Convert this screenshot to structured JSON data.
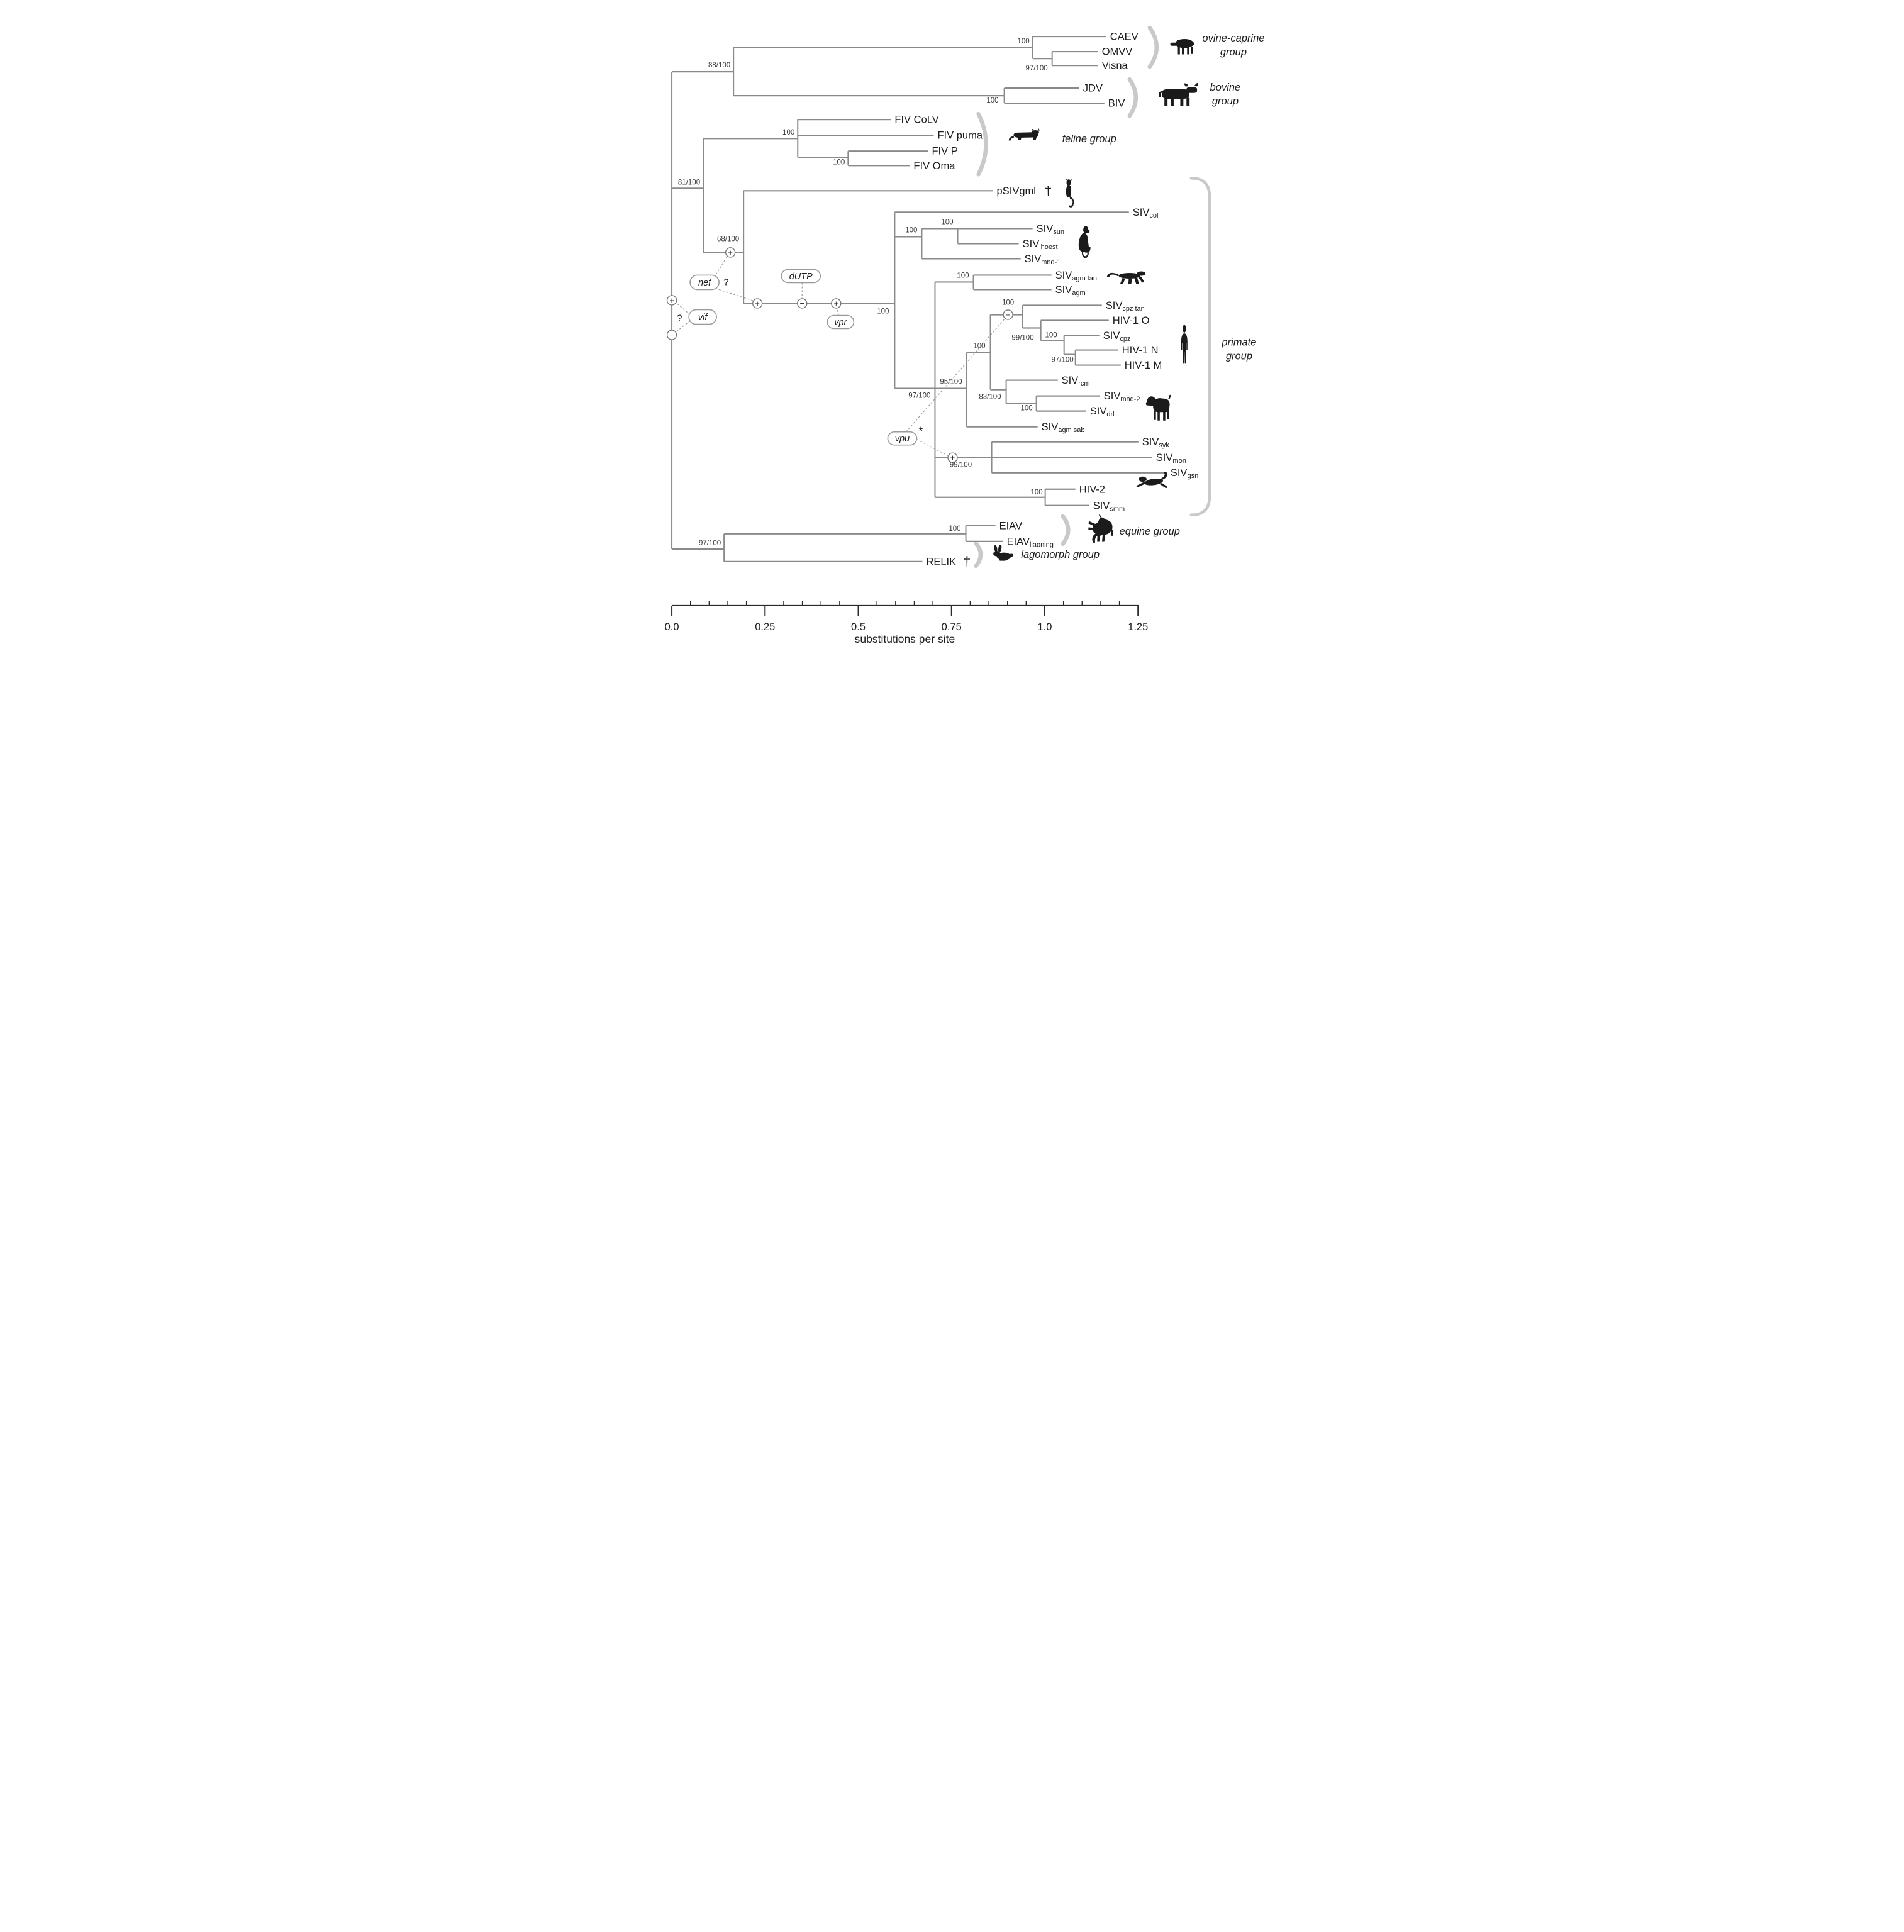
{
  "figure": {
    "kind": "phylogenetic-tree",
    "description": "Lentivirus phylogeny with host groups, bootstrap supports and accessory-gene gain/loss events"
  },
  "axis": {
    "label": "substitutions per site",
    "tick_labels": [
      "0.0",
      "0.25",
      "0.5",
      "0.75",
      "1.0",
      "1.25"
    ],
    "min": 0,
    "max": 1.25,
    "minor_tick_step": 0.05
  },
  "symbols": {
    "gain": "+",
    "loss": "−",
    "uncertain": "?",
    "extinct": "†",
    "asterisk": "*"
  },
  "taxa": [
    {
      "id": "caev",
      "main": "CAEV"
    },
    {
      "id": "omvv",
      "main": "OMVV"
    },
    {
      "id": "visna",
      "main": "Visna"
    },
    {
      "id": "jdv",
      "main": "JDV"
    },
    {
      "id": "biv",
      "main": "BIV"
    },
    {
      "id": "fiv_colv",
      "main": "FIV CoLV"
    },
    {
      "id": "fiv_puma",
      "main": "FIV puma"
    },
    {
      "id": "fiv_p",
      "main": "FIV P"
    },
    {
      "id": "fiv_oma",
      "main": "FIV Oma"
    },
    {
      "id": "psivgml",
      "main": "pSIVgml",
      "dagger": true
    },
    {
      "id": "sivcol",
      "main": "SIV",
      "sub": "col"
    },
    {
      "id": "sivsun",
      "main": "SIV",
      "sub": "sun"
    },
    {
      "id": "sivlhoest",
      "main": "SIV",
      "sub": "lhoest"
    },
    {
      "id": "sivmnd1",
      "main": "SIV",
      "sub": "mnd-1"
    },
    {
      "id": "sivagmtan",
      "main": "SIV",
      "sub": "agm tan"
    },
    {
      "id": "sivagm",
      "main": "SIV",
      "sub": "agm"
    },
    {
      "id": "sivcpztan",
      "main": "SIV",
      "sub": "cpz tan"
    },
    {
      "id": "hiv1o",
      "main": "HIV-1 O"
    },
    {
      "id": "sivcpz",
      "main": "SIV",
      "sub": "cpz"
    },
    {
      "id": "hiv1n",
      "main": "HIV-1 N"
    },
    {
      "id": "hiv1m",
      "main": "HIV-1 M"
    },
    {
      "id": "sivrcm",
      "main": "SIV",
      "sub": "rcm"
    },
    {
      "id": "sivmnd2",
      "main": "SIV",
      "sub": "mnd-2"
    },
    {
      "id": "sivdrl",
      "main": "SIV",
      "sub": "drl"
    },
    {
      "id": "sivagmsab",
      "main": "SIV",
      "sub": "agm sab"
    },
    {
      "id": "sivsyk",
      "main": "SIV",
      "sub": "syk"
    },
    {
      "id": "sivmon",
      "main": "SIV",
      "sub": "mon"
    },
    {
      "id": "sivgsn",
      "main": "SIV",
      "sub": "gsn"
    },
    {
      "id": "hiv2",
      "main": "HIV-2"
    },
    {
      "id": "sivsmm",
      "main": "SIV",
      "sub": "smm"
    },
    {
      "id": "eiav",
      "main": "EIAV"
    },
    {
      "id": "eiav_liaoning",
      "main": "EIAV",
      "sub": "liaoning"
    },
    {
      "id": "relik",
      "main": "RELIK",
      "dagger": true
    }
  ],
  "supports": {
    "A": "88/100",
    "B": "100",
    "C": "97/100",
    "D": "100",
    "F": "81/100",
    "G": "100",
    "H": "100",
    "I": "68/100",
    "J": "100",
    "L": "100",
    "M": "100",
    "N": "100",
    "K": "97/100",
    "O": "95/100",
    "P": "100",
    "Q1": "100",
    "Q2": "99/100",
    "Q3": "100",
    "Q4": "97/100",
    "R1": "83/100",
    "R2": "100",
    "S": "99/100",
    "T": "100",
    "EL": "97/100",
    "E2": "100"
  },
  "gene_events": [
    {
      "id": "nef",
      "label": "nef",
      "event": "gain",
      "uncertain": true
    },
    {
      "id": "vif",
      "label": "vif",
      "event": "gain",
      "uncertain": true
    },
    {
      "id": "dutp",
      "label": "dUTP",
      "event": "loss"
    },
    {
      "id": "vpr",
      "label": "vpr",
      "event": "gain"
    },
    {
      "id": "vpu",
      "label": "vpu",
      "event": "gain",
      "note": "*"
    }
  ],
  "groups": [
    {
      "id": "ovine",
      "lines": [
        "ovine-caprine",
        "group"
      ],
      "icon": "sheep-icon"
    },
    {
      "id": "bovine",
      "lines": [
        "bovine",
        "group"
      ],
      "icon": "cow-icon"
    },
    {
      "id": "feline",
      "lines": [
        "feline group"
      ],
      "icon": "cat-icon"
    },
    {
      "id": "primate",
      "lines": [
        "primate",
        "group"
      ],
      "icon": "monkey-icons"
    },
    {
      "id": "equine",
      "lines": [
        "equine group"
      ],
      "icon": "horse-icon"
    },
    {
      "id": "lagomorph",
      "lines": [
        "lagomorph group"
      ],
      "icon": "rabbit-icon"
    }
  ],
  "taxon_icons": [
    {
      "icon": "lemur-icon",
      "near": "pSIVgml"
    },
    {
      "icon": "monkey-sitting-icon",
      "near": "SIVsun / SIVlhoest / SIVmnd-1 clade"
    },
    {
      "icon": "monkey-walking-icon",
      "near": "SIVagm clade"
    },
    {
      "icon": "human-icon",
      "near": "HIV-1 / SIVcpz clade"
    },
    {
      "icon": "mandrill-icon",
      "near": "SIVmnd-2 / SIVdrl clade"
    },
    {
      "icon": "monkey-hanging-icon",
      "near": "HIV-2 / SIVsmm clade"
    }
  ],
  "topology_newick": "((((CAEV,(OMVV,Visna)97/100)100,(JDV,BIV)100)88/100,((FIV CoLV,FIV puma,(FIV P,FIV Oma)100)100,(pSIVgml,(SIVcol,((SIVsun,SIVlhoest)100,SIVmnd-1)100,((SIVagm tan,SIVagm)100,((((SIVcpz tan,(HIV-1 O,(SIVcpz,(HIV-1 N,HIV-1 M)97/100)100)99/100)100,(SIVrcm,(SIVmnd-2,SIVdrl)100)83/100)100,SIVagm sab)95/100,(SIVsyk,SIVmon,SIVgsn)99/100,(HIV-2,SIVsmm)100)97/100)100)68/100)81/100),((EIAV,EIAV liaoning)100,RELIK)97/100);",
  "colors": {
    "branch": "#8a8a8a",
    "text": "#1c1c1c",
    "support": "#3a3a3a",
    "bracket": "#c9c9c9",
    "icon": "#1b1b1b",
    "axis": "#2a2a2a",
    "gene_box_stroke": "#9a9a9a",
    "dashed": "#9a9a9a",
    "node_circle_stroke": "#777777"
  }
}
